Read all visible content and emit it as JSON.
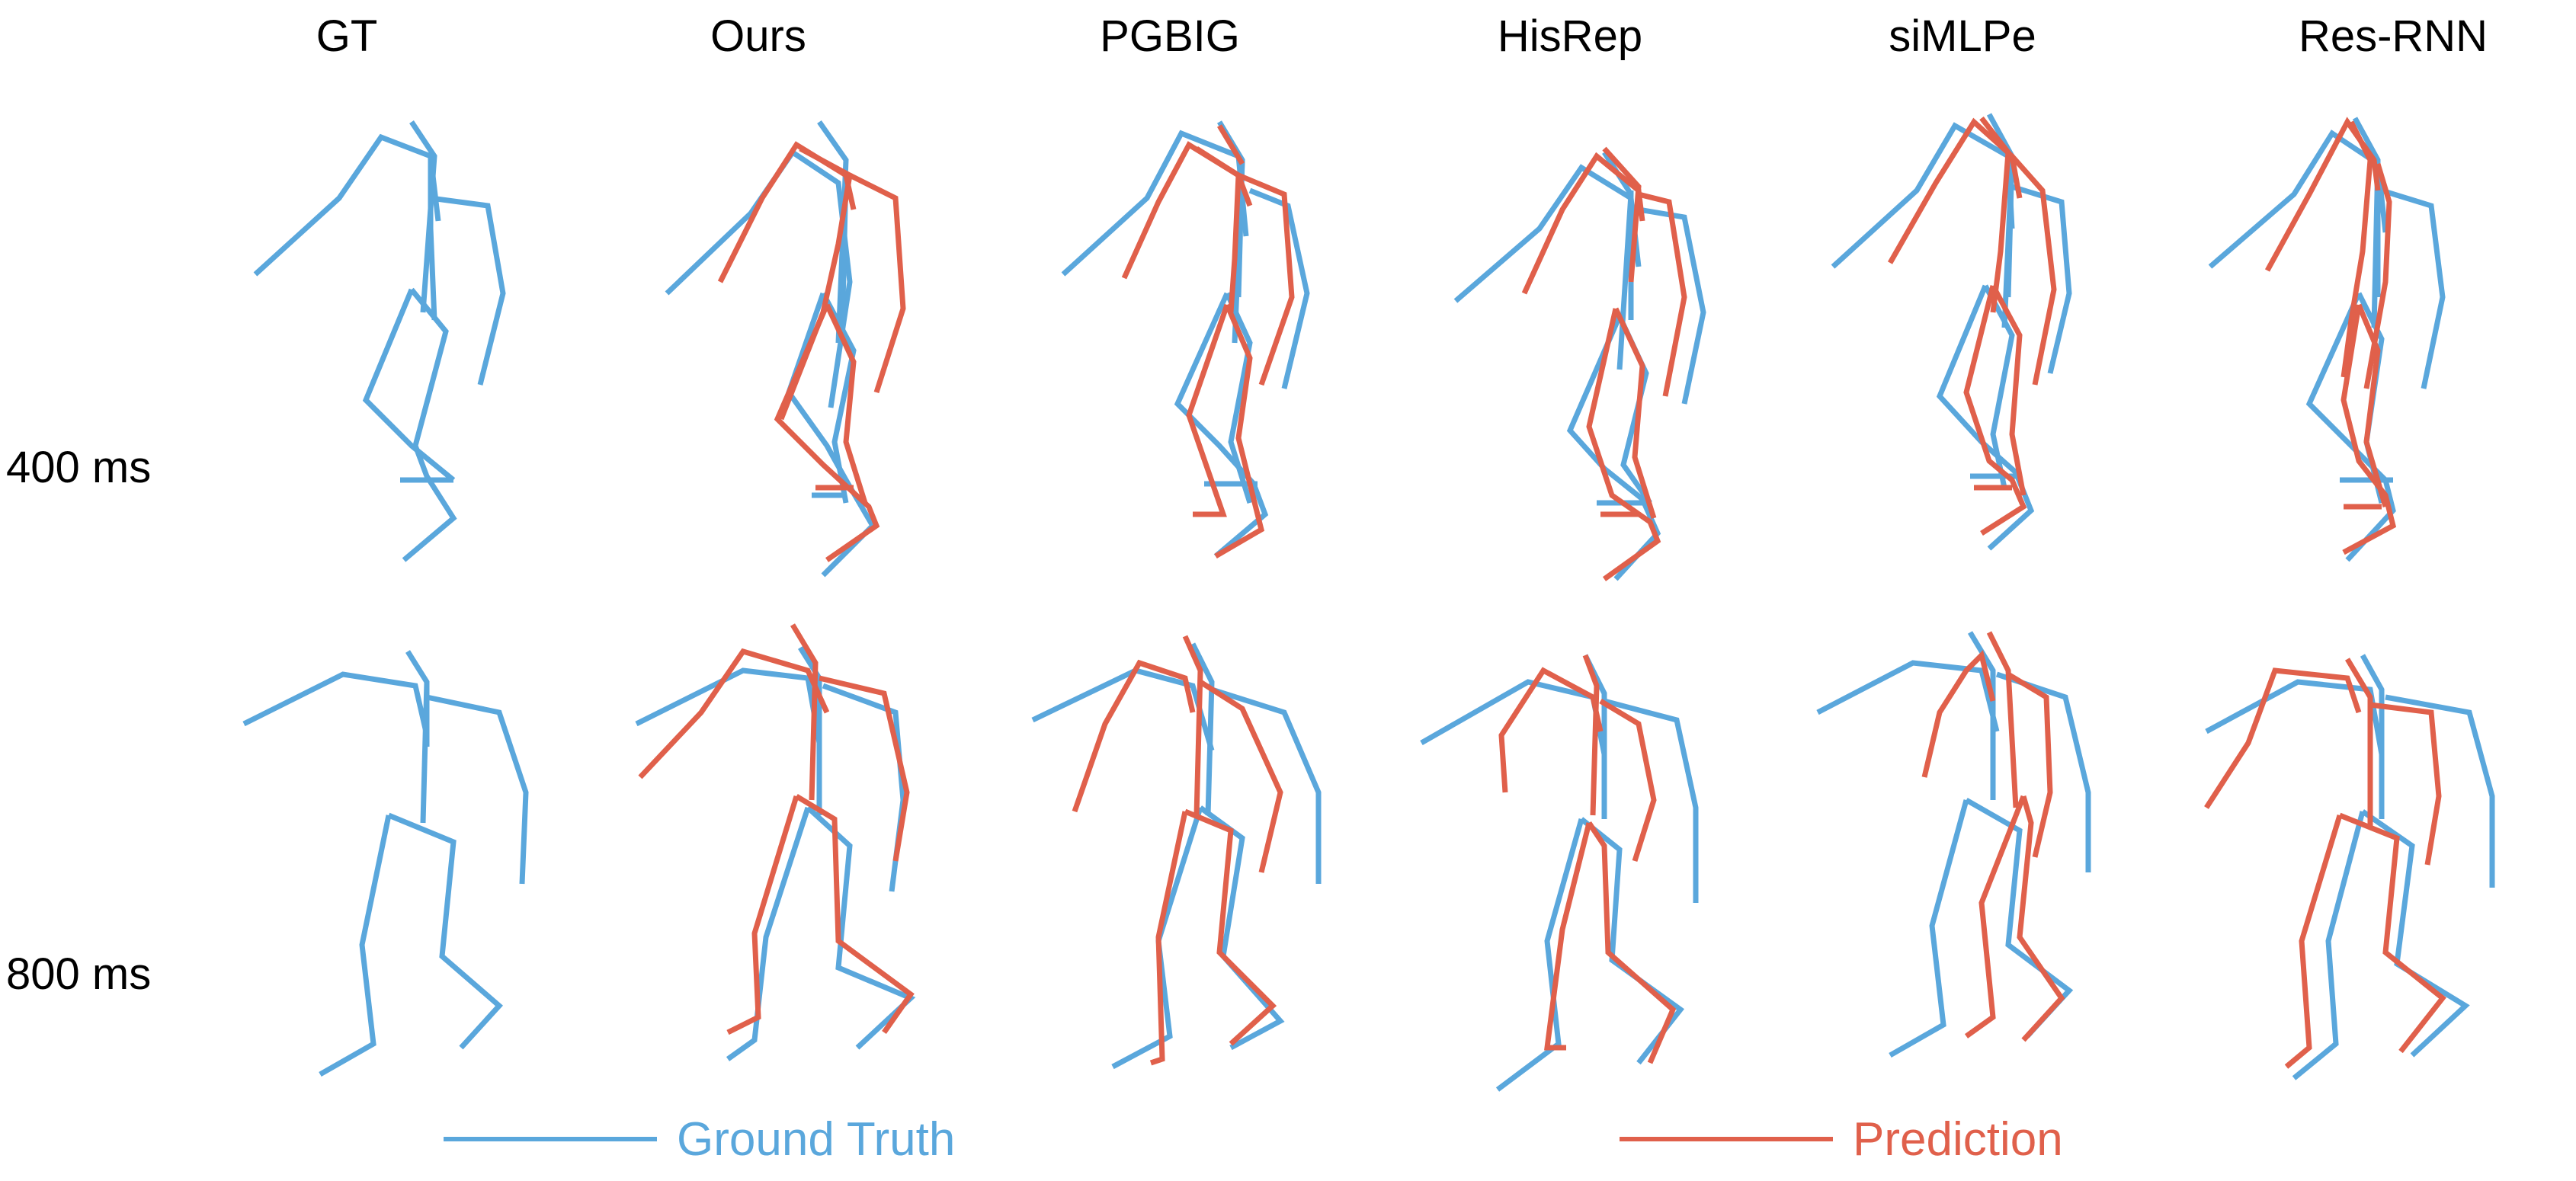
{
  "columns": [
    "GT",
    "Ours",
    "PGBIG",
    "HisRep",
    "siMLPe",
    "Res-RNN"
  ],
  "rows": [
    "400 ms",
    "800 ms"
  ],
  "legend": {
    "ground_truth": "Ground Truth",
    "prediction": "Prediction"
  },
  "colors": {
    "ground_truth": "#5aa7dc",
    "prediction": "#e0604b",
    "text": "#000000"
  },
  "skeleton_pose_count": 12
}
